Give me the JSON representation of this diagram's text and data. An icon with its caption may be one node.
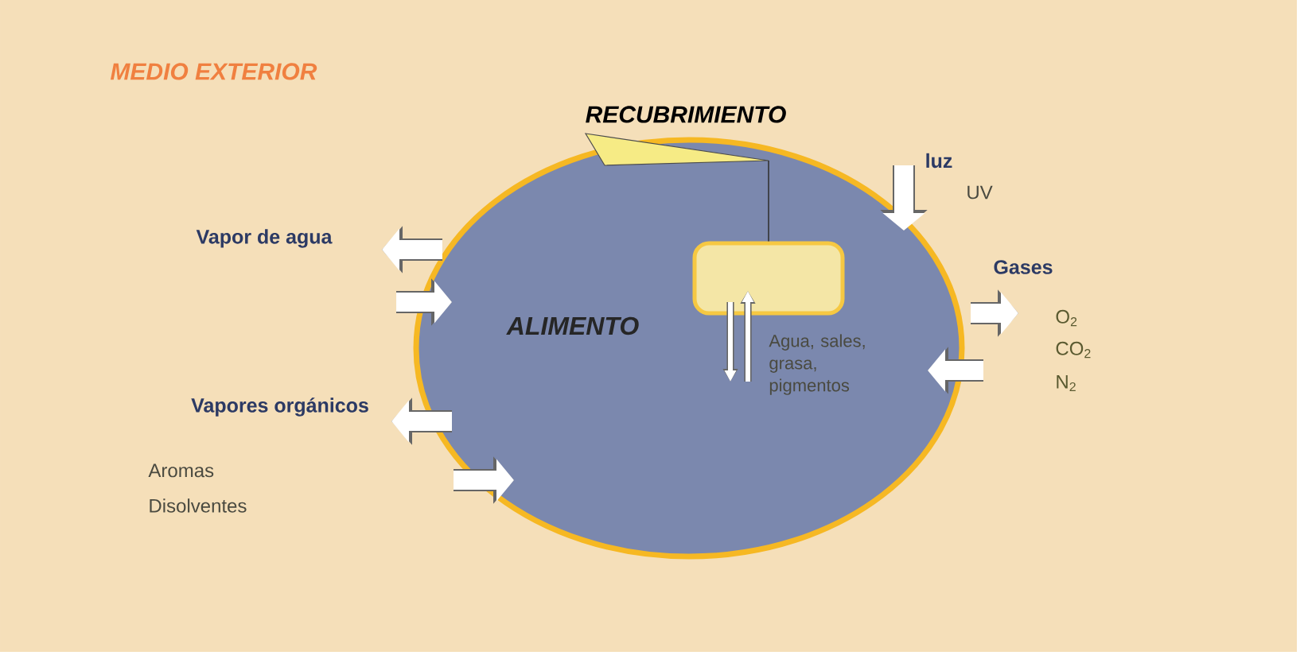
{
  "diagram": {
    "nodes": [
      {
        "text": [
          "ALIMENTO"
        ]
      },
      {
        "text": [],
        "shape": "box",
        "in": 0
      },
      {
        "text": [
          "RECUBRIMIENTO"
        ]
      }
    ],
    "edges": [
      {
        "from": 0,
        "to": null,
        "arrow": "to"
      },
      {
        "from": null,
        "to": 0,
        "arrow": "to"
      },
      {
        "from": 0,
        "to": null,
        "arrow": "to"
      },
      {
        "from": null,
        "to": 0,
        "arrow": "to"
      },
      {
        "from": null,
        "to": 0,
        "arrow": "to"
      },
      {
        "from": 0,
        "to": null,
        "arrow": "to"
      },
      {
        "from": null,
        "to": 0,
        "arrow": "to"
      },
      {
        "from": 1,
        "to": null,
        "arrow": "to"
      },
      {
        "from": null,
        "to": 1,
        "arrow": "to"
      },
      {
        "from": 2,
        "to": 1,
        "arrow": "none",
        "color": "#333333"
      }
    ],
    "labels": [
      "MEDIO EXTERIOR",
      "luz",
      "UV",
      "Vapor de agua",
      "Gases",
      "O$_{2}$",
      "CO$_{2}$",
      "Agua, sales, grasa, pigmentos",
      "N$_{2}$",
      "Vapores orgánicos",
      "Aromas",
      "Disolventes"
    ]
  }
}
